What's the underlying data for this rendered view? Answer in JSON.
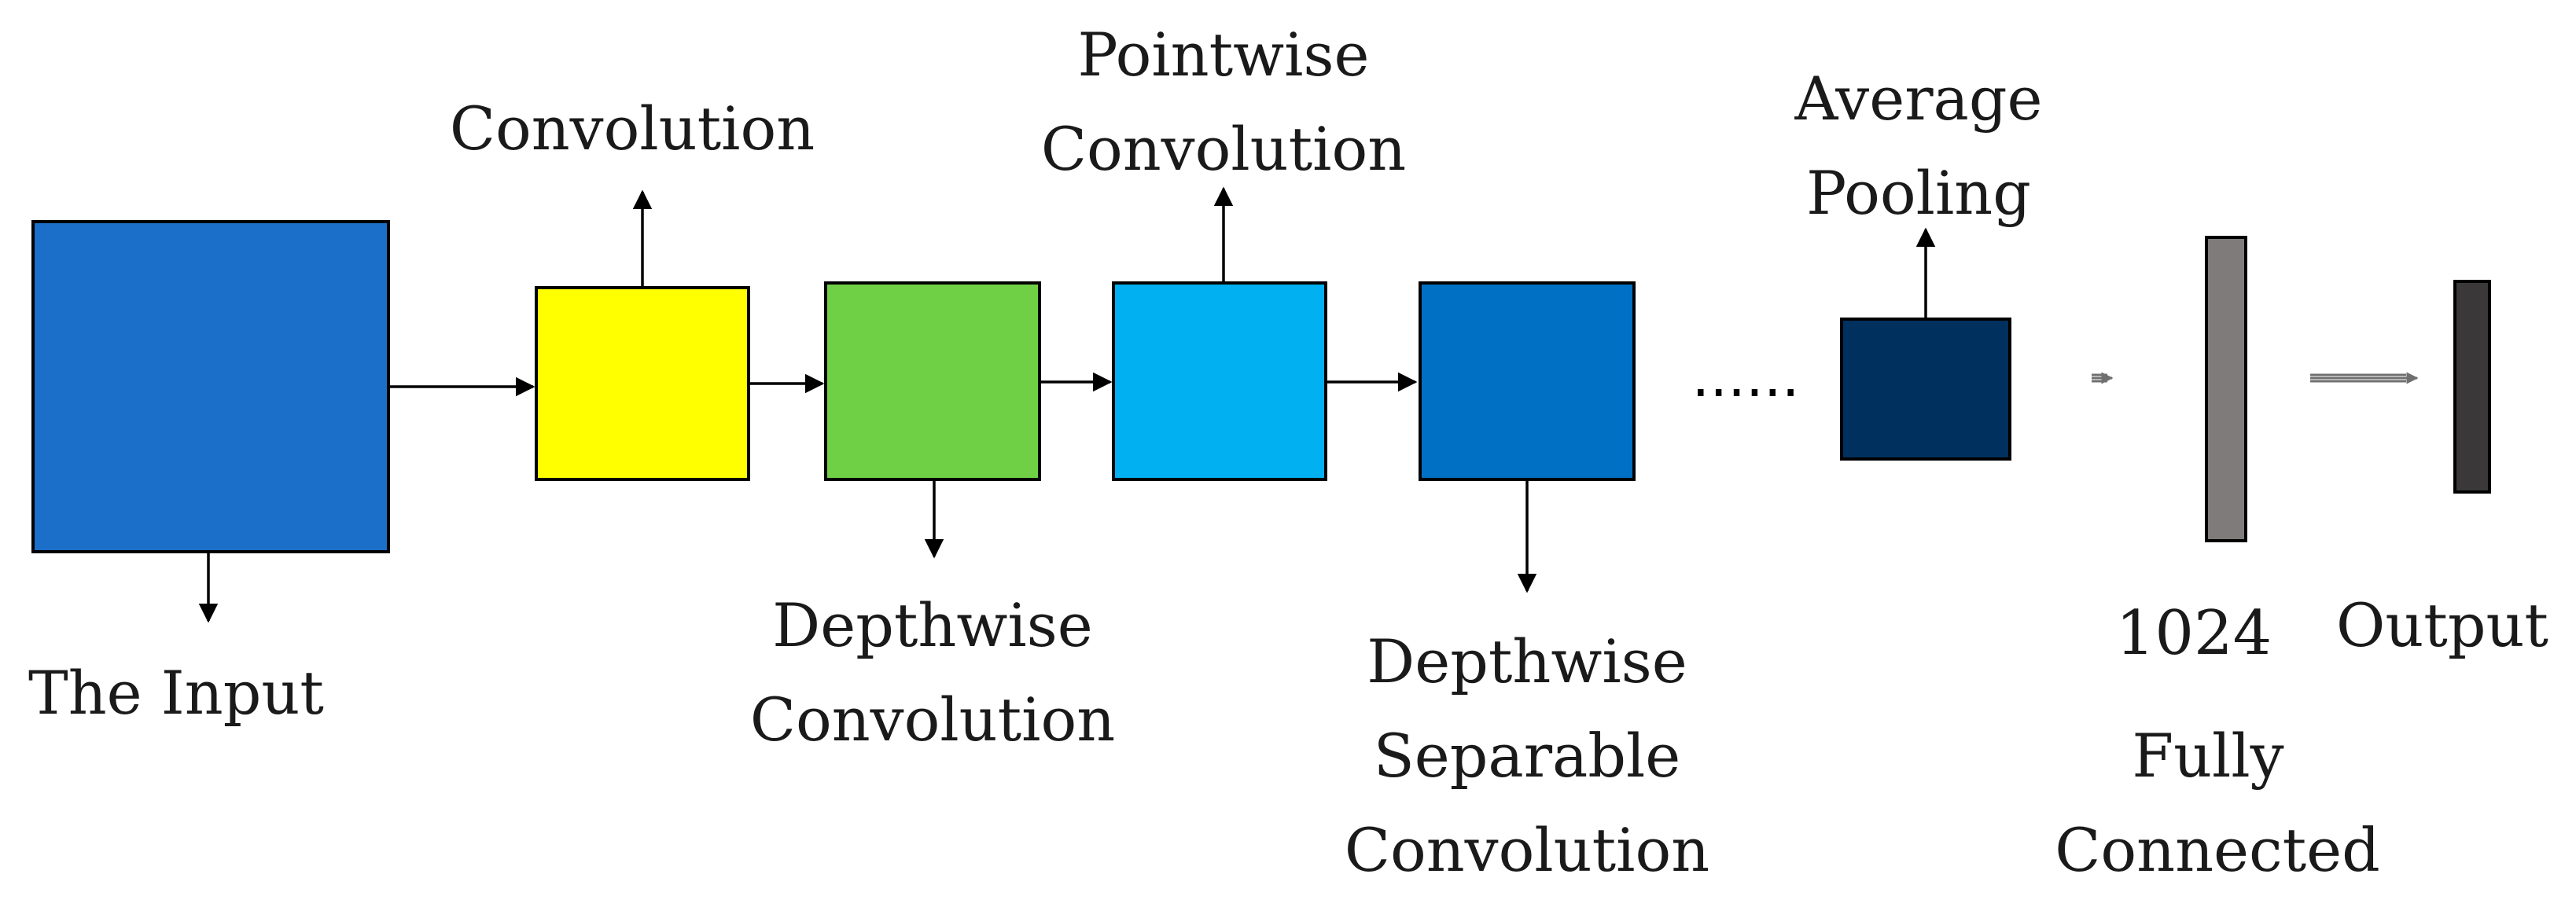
{
  "colors": {
    "input_block": "#1c6fc9",
    "convolution_block": "#ffff00",
    "depthwise_block": "#70d045",
    "pointwise_block": "#00b0f0",
    "separable_block": "#0070c4",
    "pooling_block": "#00305e",
    "fc_bar": "#7f7b7b",
    "output_bar": "#3a3838"
  },
  "labels": {
    "input": "The Input",
    "convolution": "Convolution",
    "depthwise": [
      "Depthwise",
      "Convolution"
    ],
    "pointwise": [
      "Pointwise",
      "Convolution"
    ],
    "separable": [
      "Depthwise",
      "Separable",
      "Convolution"
    ],
    "ellipsis": "......",
    "pooling": [
      "Average",
      "Pooling"
    ],
    "fc_size": "1024",
    "fully_connected": [
      "Fully",
      "Connected"
    ],
    "output": "Output"
  }
}
